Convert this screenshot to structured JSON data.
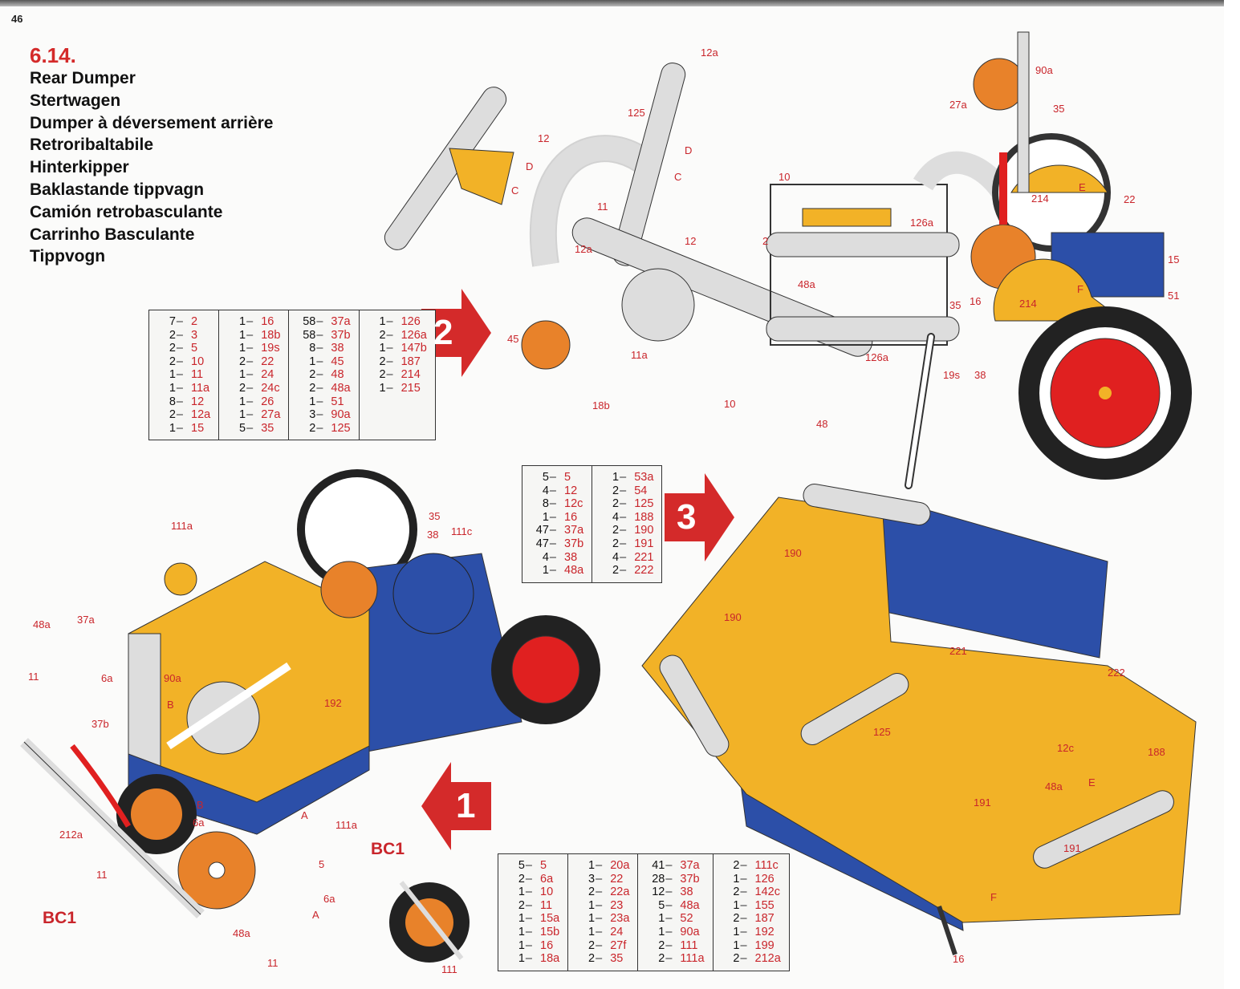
{
  "page_number": "46",
  "model": {
    "number": "6.14.",
    "titles": [
      "Rear Dumper",
      "Stertwagen",
      "Dumper à déversement arrière",
      "Retroribaltabile",
      "Hinterkipper",
      "Baklastande tippvagn",
      "Camión retrobasculante",
      "Carrinho Basculante",
      "Tippvogn"
    ]
  },
  "steps": [
    {
      "number": "2",
      "arrow_direction": "right"
    },
    {
      "number": "3",
      "arrow_direction": "right"
    },
    {
      "number": "1",
      "arrow_direction": "left"
    }
  ],
  "parts_tables": [
    {
      "step": "2",
      "columns": [
        [
          [
            "7",
            "2"
          ],
          [
            "2",
            "3"
          ],
          [
            "2",
            "5"
          ],
          [
            "2",
            "10"
          ],
          [
            "1",
            "11"
          ],
          [
            "1",
            "11a"
          ],
          [
            "8",
            "12"
          ],
          [
            "2",
            "12a"
          ],
          [
            "1",
            "15"
          ]
        ],
        [
          [
            "1",
            "16"
          ],
          [
            "1",
            "18b"
          ],
          [
            "1",
            "19s"
          ],
          [
            "2",
            "22"
          ],
          [
            "1",
            "24"
          ],
          [
            "2",
            "24c"
          ],
          [
            "1",
            "26"
          ],
          [
            "1",
            "27a"
          ],
          [
            "5",
            "35"
          ]
        ],
        [
          [
            "58",
            "37a"
          ],
          [
            "58",
            "37b"
          ],
          [
            "8",
            "38"
          ],
          [
            "1",
            "45"
          ],
          [
            "2",
            "48"
          ],
          [
            "2",
            "48a"
          ],
          [
            "1",
            "51"
          ],
          [
            "3",
            "90a"
          ],
          [
            "2",
            "125"
          ]
        ],
        [
          [
            "1",
            "126"
          ],
          [
            "2",
            "126a"
          ],
          [
            "1",
            "147b"
          ],
          [
            "2",
            "187"
          ],
          [
            "2",
            "214"
          ],
          [
            "1",
            "215"
          ]
        ]
      ]
    },
    {
      "step": "3",
      "columns": [
        [
          [
            "5",
            "5"
          ],
          [
            "4",
            "12"
          ],
          [
            "8",
            "12c"
          ],
          [
            "1",
            "16"
          ],
          [
            "47",
            "37a"
          ],
          [
            "47",
            "37b"
          ],
          [
            "4",
            "38"
          ],
          [
            "1",
            "48a"
          ]
        ],
        [
          [
            "1",
            "53a"
          ],
          [
            "2",
            "54"
          ],
          [
            "2",
            "125"
          ],
          [
            "4",
            "188"
          ],
          [
            "2",
            "190"
          ],
          [
            "2",
            "191"
          ],
          [
            "4",
            "221"
          ],
          [
            "2",
            "222"
          ]
        ]
      ]
    },
    {
      "step": "1",
      "columns": [
        [
          [
            "5",
            "5"
          ],
          [
            "2",
            "6a"
          ],
          [
            "1",
            "10"
          ],
          [
            "2",
            "11"
          ],
          [
            "1",
            "15a"
          ],
          [
            "1",
            "15b"
          ],
          [
            "1",
            "16"
          ],
          [
            "1",
            "18a"
          ]
        ],
        [
          [
            "1",
            "20a"
          ],
          [
            "3",
            "22"
          ],
          [
            "2",
            "22a"
          ],
          [
            "1",
            "23"
          ],
          [
            "1",
            "23a"
          ],
          [
            "1",
            "24"
          ],
          [
            "2",
            "27f"
          ],
          [
            "2",
            "35"
          ]
        ],
        [
          [
            "41",
            "37a"
          ],
          [
            "28",
            "37b"
          ],
          [
            "12",
            "38"
          ],
          [
            "5",
            "48a"
          ],
          [
            "1",
            "52"
          ],
          [
            "1",
            "90a"
          ],
          [
            "2",
            "111"
          ],
          [
            "2",
            "111a"
          ]
        ],
        [
          [
            "2",
            "111c"
          ],
          [
            "1",
            "126"
          ],
          [
            "2",
            "142c"
          ],
          [
            "1",
            "155"
          ],
          [
            "2",
            "187"
          ],
          [
            "1",
            "192"
          ],
          [
            "1",
            "199"
          ],
          [
            "2",
            "212a"
          ]
        ]
      ]
    }
  ],
  "callouts": [
    "12a",
    "90a",
    "27a",
    "35",
    "12",
    "125",
    "D",
    "C",
    "D",
    "C",
    "10",
    "11",
    "214",
    "E",
    "22",
    "126a",
    "2",
    "12",
    "12a",
    "15",
    "48a",
    "16",
    "35",
    "214",
    "F",
    "51",
    "45",
    "11a",
    "126a",
    "19s",
    "38",
    "18b",
    "10",
    "48",
    "111a",
    "35",
    "38",
    "111c",
    "48a",
    "37a",
    "11",
    "6a",
    "90a",
    "B",
    "192",
    "37b",
    "212a",
    "B",
    "6a",
    "A",
    "111a",
    "5",
    "BC1",
    "11",
    "6a",
    "A",
    "BC1",
    "48a",
    "11",
    "111",
    "190",
    "190",
    "221",
    "222",
    "125",
    "12c",
    "188",
    "48a",
    "E",
    "191",
    "191",
    "F",
    "16"
  ],
  "colors": {
    "red": "#d42a2a",
    "yellow": "#f2b227",
    "blue": "#2c4fa8",
    "silver": "#d8d8d8",
    "orange": "#e8822a"
  }
}
